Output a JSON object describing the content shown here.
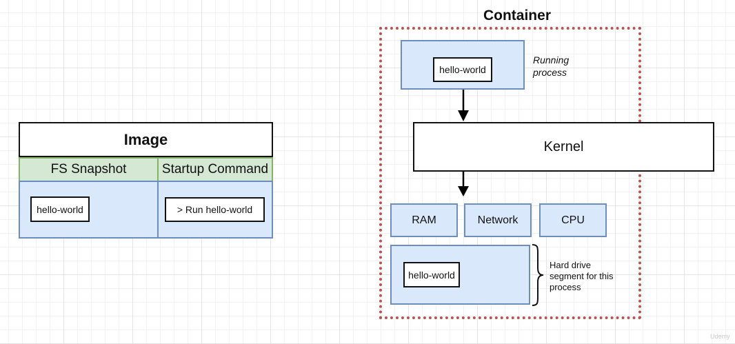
{
  "image": {
    "title": "Image",
    "col1_header": "FS Snapshot",
    "col2_header": "Startup Command",
    "fs_item": "hello-world",
    "startup_cmd": "> Run hello-world"
  },
  "container": {
    "title": "Container",
    "process_label": "hello-world",
    "running_note": "Running process",
    "kernel": "Kernel",
    "resources": [
      "RAM",
      "Network",
      "CPU"
    ],
    "hd_label": "hello-world",
    "hd_note": "Hard drive segment for this process"
  },
  "colors": {
    "blue_fill": "#dae8fc",
    "blue_border": "#6c8ebf",
    "green_fill": "#d5e8d4",
    "green_border": "#82b366",
    "container_border": "#b85450"
  },
  "watermark": "Udemy"
}
